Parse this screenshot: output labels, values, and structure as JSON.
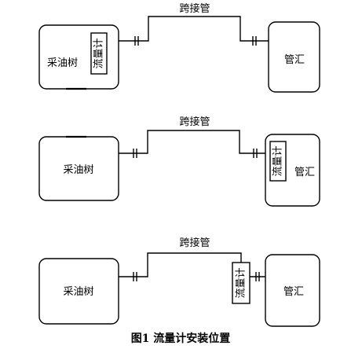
{
  "figure": {
    "caption": "图1 流量计安装位置",
    "panels": [
      {
        "id": "panel-1",
        "wellhead_label": "采油树",
        "manifold_label": "管汇",
        "pipe_label": "跨接管",
        "meter_label": "流量计",
        "meter_location": "inside-wellhead"
      },
      {
        "id": "panel-2",
        "wellhead_label": "采油树",
        "manifold_label": "管汇",
        "pipe_label": "跨接管",
        "meter_label": "流量计",
        "meter_location": "inside-manifold"
      },
      {
        "id": "panel-3",
        "wellhead_label": "采油树",
        "manifold_label": "管汇",
        "pipe_label": "跨接管",
        "meter_label": "流量计",
        "meter_location": "on-jumper-pipe"
      }
    ]
  }
}
